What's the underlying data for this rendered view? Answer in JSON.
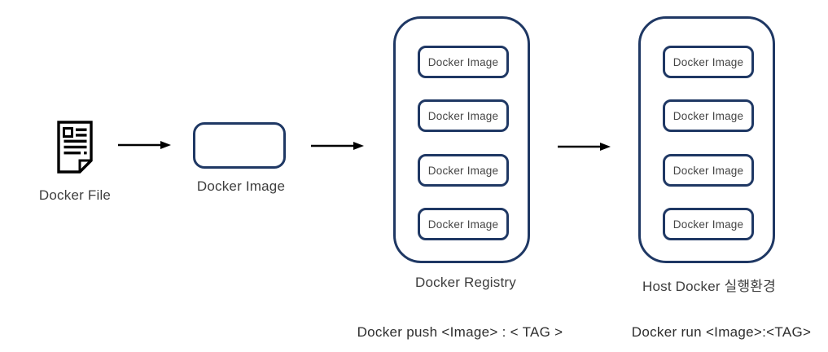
{
  "diagram": {
    "docker_file": {
      "label": "Docker File",
      "icon": "document-file-icon"
    },
    "docker_image": {
      "label": "Docker Image"
    },
    "registry": {
      "label": "Docker Registry",
      "boxes": [
        "Docker Image",
        "Docker Image",
        "Docker Image",
        "Docker Image"
      ]
    },
    "host": {
      "label": "Host Docker 실행환경",
      "boxes": [
        "Docker Image",
        "Docker Image",
        "Docker Image",
        "Docker Image"
      ]
    },
    "captions": {
      "push": "Docker push <Image> : < TAG >",
      "run": "Docker run <Image>:<TAG>"
    },
    "colors": {
      "border_navy": "#1f3864",
      "arrow_black": "#000000",
      "text_dark": "#3d3d3d"
    },
    "icons": [
      "document-file-icon",
      "arrow-right-icon"
    ]
  }
}
